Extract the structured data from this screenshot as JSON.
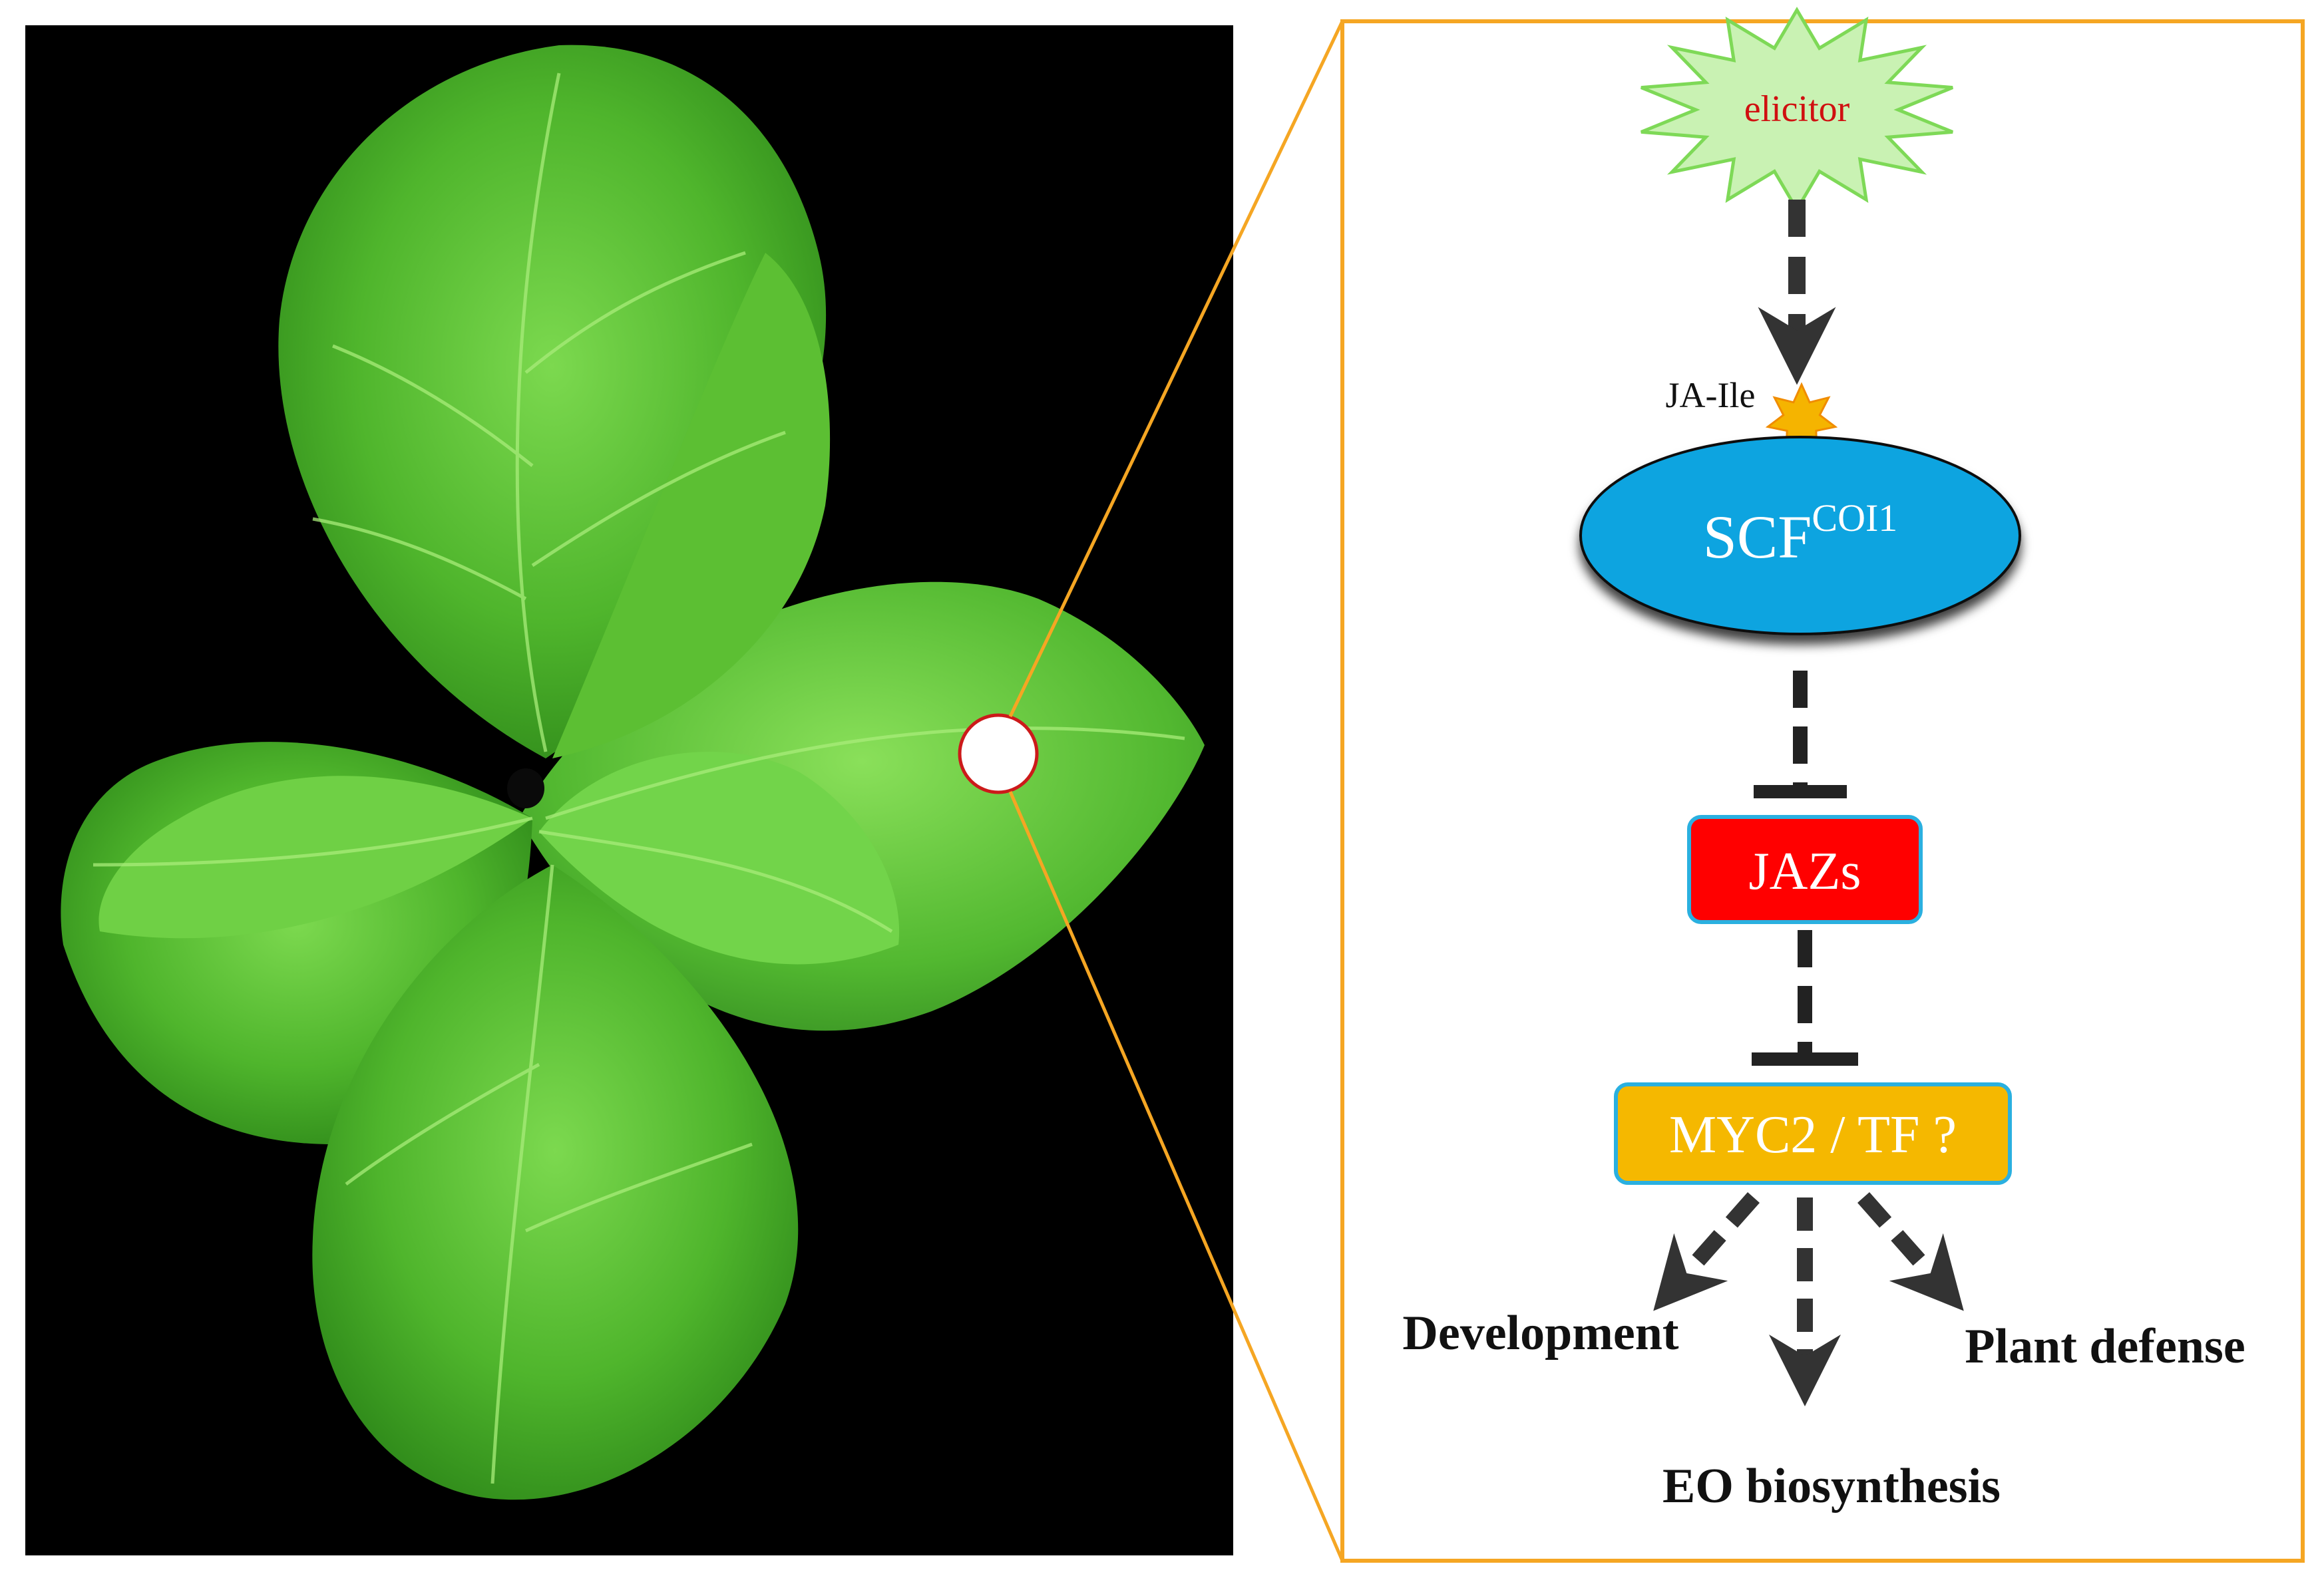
{
  "figure": {
    "panel_left": {
      "description": "photo of plant seedling (top view)"
    },
    "panel_right": {
      "elicitor_label": "elicitor",
      "ja_ile_label": "JA-Ile",
      "scf_label": "SCF",
      "scf_superscript": "COI1",
      "jazs_label": "JAZs",
      "myc2_label": "MYC2 / TF ?",
      "outputs": {
        "development": "Development",
        "plant_defense": "Plant defense",
        "eo_biosynthesis": "EO biosynthesis"
      }
    },
    "colors": {
      "background_photo": "#000000",
      "leaf": "#4caf2e",
      "frame": "#f5a623",
      "elicitor_fill": "#c8f0b0",
      "elicitor_text": "#d01010",
      "ja_star": "#f5b400",
      "scf_fill": "#0fa4e0",
      "jazs_fill": "#ff0000",
      "myc2_fill": "#f5b800",
      "box_border": "#2ab0e0",
      "arrow": "#333333"
    }
  }
}
